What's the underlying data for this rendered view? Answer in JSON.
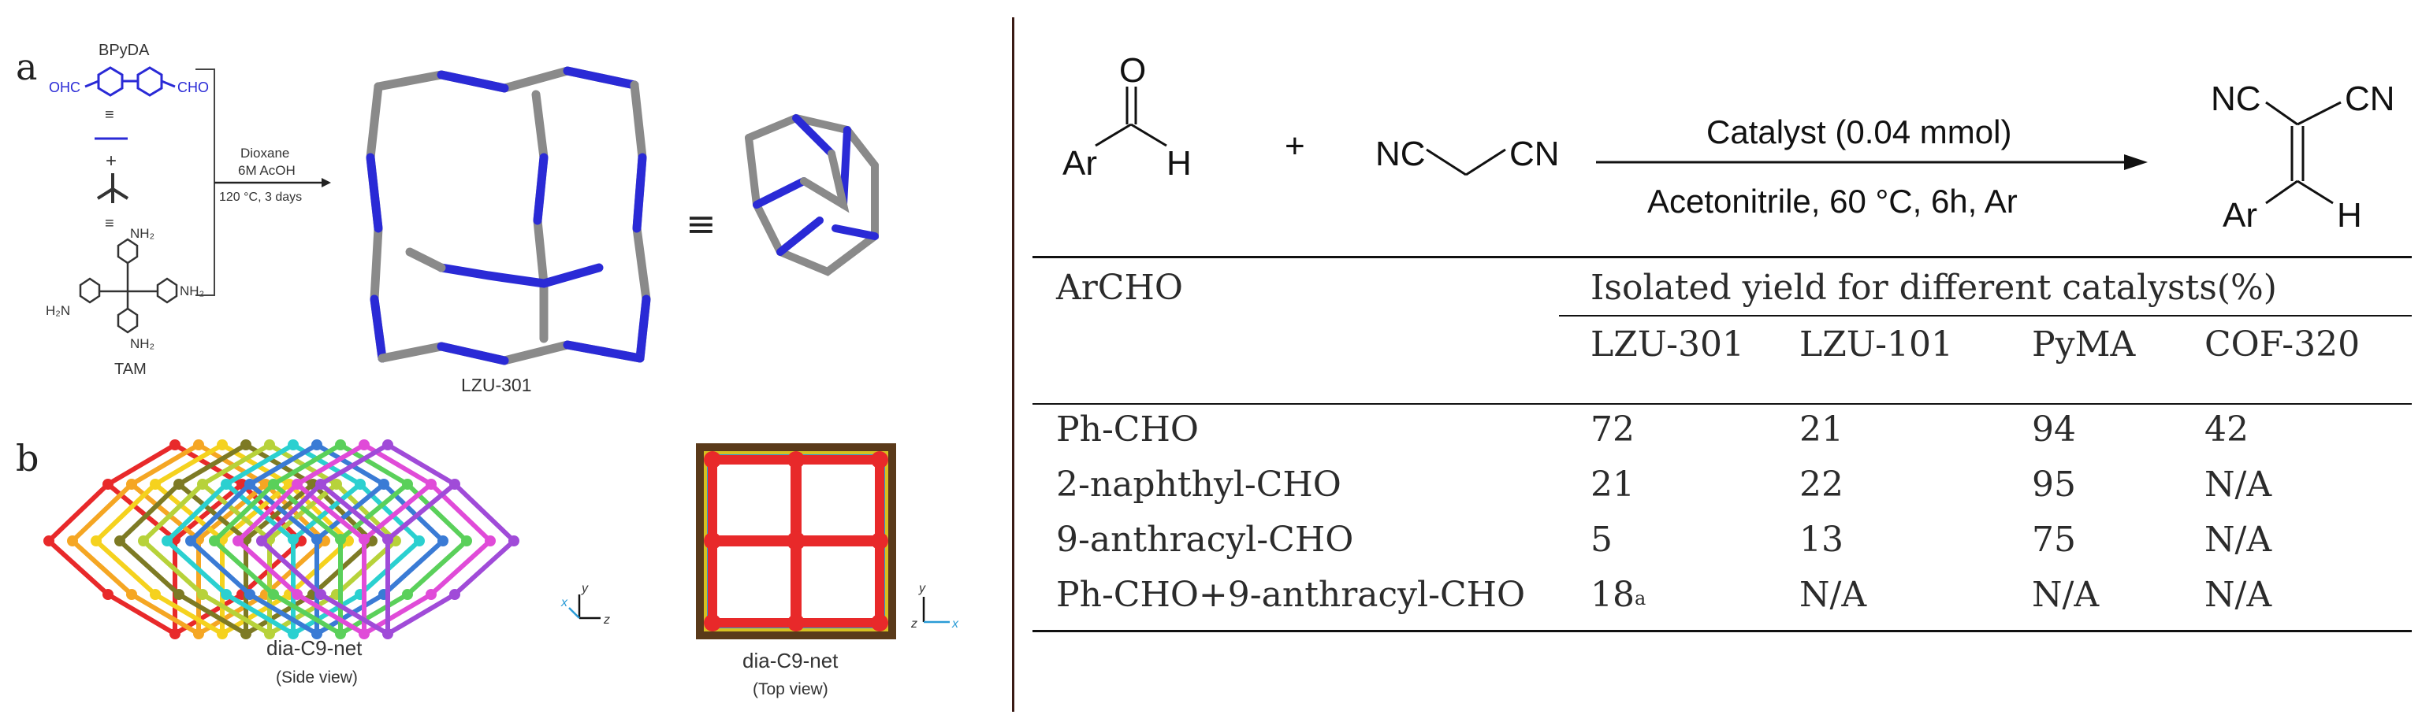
{
  "left_panel": {
    "panel_a_label": "a",
    "panel_b_label": "b",
    "bpyda_label": "BPyDA",
    "ohc_left": "OHC",
    "cho_right": "CHO",
    "plus_sign": "+",
    "tam_label": "TAM",
    "nh2": "NH₂",
    "h2n": "H₂N",
    "arrow_solvent": "Dioxane",
    "arrow_acid": "6M AcOH",
    "arrow_conditions": "120 °C, 3 days",
    "product_label": "LZU-301",
    "equiv_sign": "≡",
    "side_view_title": "dia-C9-net",
    "side_view_caption": "(Side view)",
    "top_view_title": "dia-C9-net",
    "top_view_caption": "(Top view)",
    "axis_x": "x",
    "axis_y": "y",
    "axis_z": "z",
    "net_colors": [
      "#e8292a",
      "#f5a623",
      "#f5d21e",
      "#7d7a24",
      "#b7d23a",
      "#2bd0d0",
      "#3a7bd5",
      "#5ad05a",
      "#e04bd8",
      "#a04bd8"
    ]
  },
  "reaction": {
    "reactant_aldehyde_ar": "Ar",
    "reactant_aldehyde_o": "O",
    "reactant_aldehyde_h": "H",
    "plus": "+",
    "malononitrile_left": "NC",
    "malononitrile_right": "CN",
    "catalyst_text": "Catalyst (0.04 mmol)",
    "conditions_text": "Acetonitrile, 60 °C, 6h, Ar",
    "product_nc": "NC",
    "product_cn": "CN",
    "product_ar": "Ar",
    "product_h": "H"
  },
  "table": {
    "col_header_archo": "ArCHO",
    "col_header_group": "Isolated yield for different catalysts(%)",
    "catalysts": [
      "LZU-301",
      "LZU-101",
      "PyMA",
      "COF-320"
    ],
    "rows": [
      {
        "archo": "Ph-CHO",
        "values": [
          "72",
          "21",
          "94",
          "42"
        ]
      },
      {
        "archo": "2-naphthyl-CHO",
        "values": [
          "21",
          "22",
          "95",
          "N/A"
        ]
      },
      {
        "archo": "9-anthracyl-CHO",
        "values": [
          "5",
          "13",
          "75",
          "N/A"
        ]
      },
      {
        "archo": "Ph-CHO+9-anthracyl-CHO",
        "values": [
          "18",
          "N/A",
          "N/A",
          "N/A"
        ]
      }
    ],
    "footnote_marker": "a"
  }
}
